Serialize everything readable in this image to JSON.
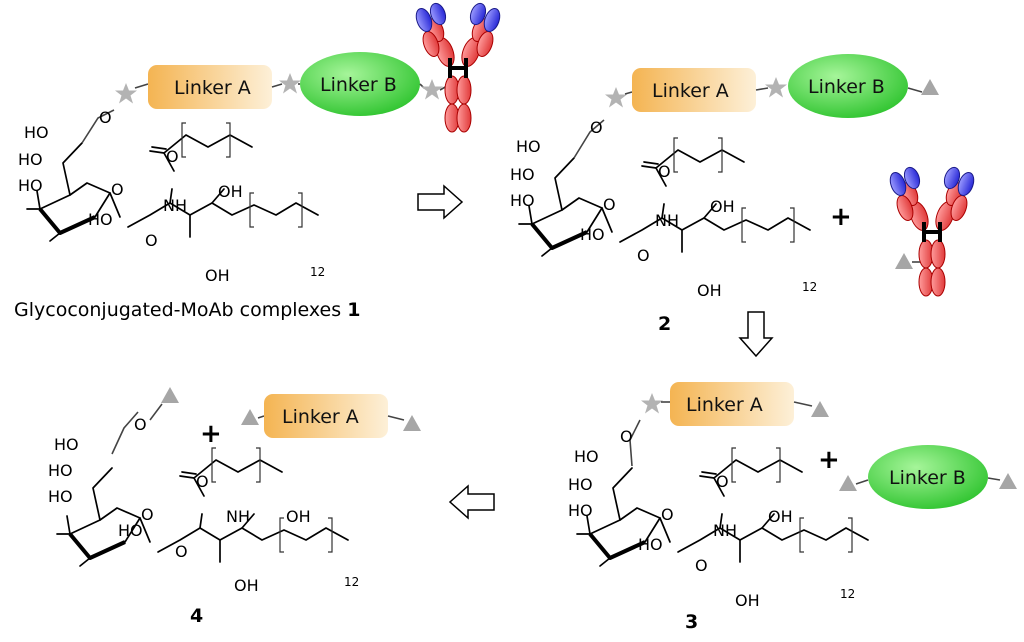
{
  "labels": {
    "oh": "OH",
    "ho": "HO",
    "o": "O",
    "nh": "NH",
    "sub12": "12"
  },
  "linkers": {
    "a": "Linker A",
    "b": "Linker B"
  },
  "compounds": {
    "c1_caption": "Glycoconjugated-MoAb complexes ",
    "c1_num": "1",
    "c2": "2",
    "c3": "3",
    "c4": "4"
  },
  "operators": {
    "plus": "+"
  },
  "colors": {
    "linker_a_fill": "#f5b860",
    "linker_b_fill": "#49d54a",
    "star": "#b3b3b3",
    "triangle": "#a6a6a6",
    "antibody_heavy": "#f47070",
    "antibody_light": "#6666ee",
    "arrow_outline": "#000000"
  },
  "icons": {
    "reaction_arrow": "hollow-arrow",
    "cleavable_site": "star",
    "cleaved_site": "triangle",
    "antibody": "y-shaped-antibody"
  }
}
